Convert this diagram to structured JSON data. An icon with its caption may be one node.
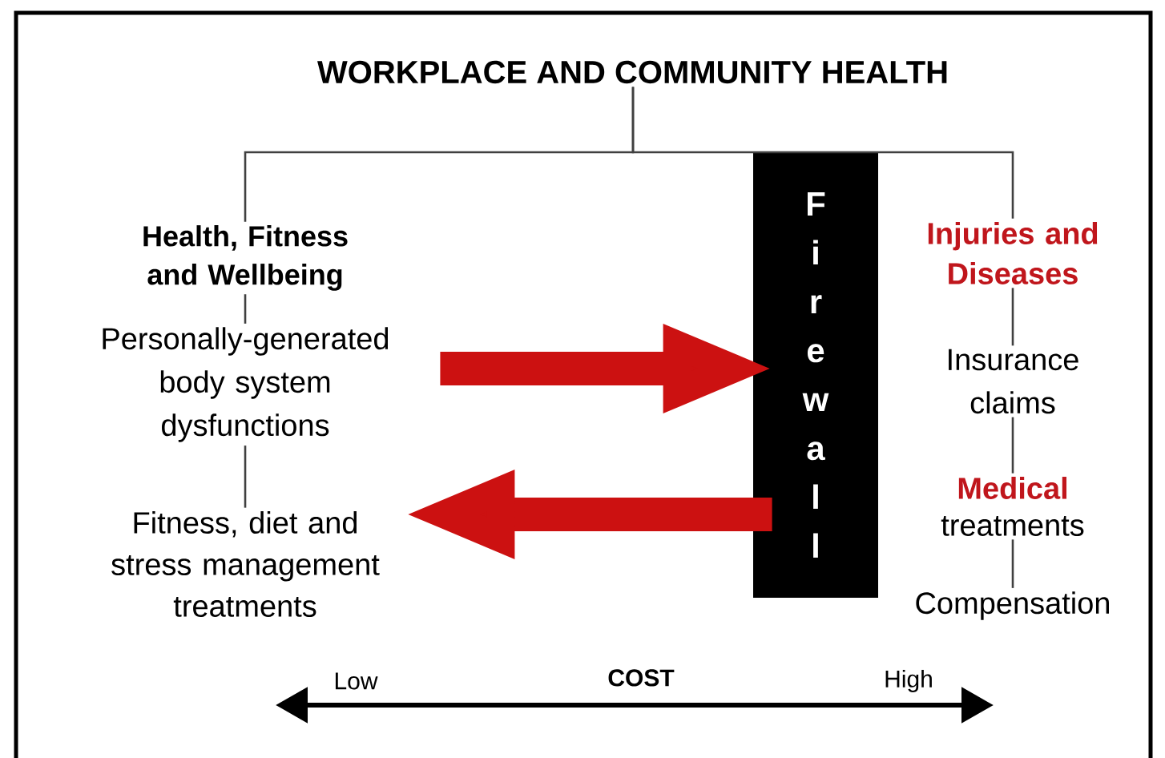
{
  "diagram": {
    "nodes": [
      {
        "text": [
          "WORKPLACE AND COMMUNITY HEALTH"
        ]
      },
      {
        "text": [
          "Health, Fitness and Wellbeing"
        ]
      },
      {
        "text": [
          "Personally-generated body system dysfunctions"
        ]
      },
      {
        "text": [
          "Fitness, diet and stress management treatments"
        ]
      },
      {
        "text": [
          "Firewall"
        ]
      },
      {
        "text": [
          "Injuries and Diseases"
        ]
      },
      {
        "text": [
          "Insurance claims"
        ]
      },
      {
        "text": [
          "Medical",
          "treatments"
        ]
      },
      {
        "text": [
          "Compensation"
        ]
      }
    ],
    "edges": [
      {
        "from": 0,
        "to": 1,
        "arrow": "none"
      },
      {
        "from": 0,
        "to": 5,
        "arrow": "none"
      },
      {
        "from": 1,
        "to": 2,
        "arrow": "none"
      },
      {
        "from": 2,
        "to": 3,
        "arrow": "none"
      },
      {
        "from": 5,
        "to": 6,
        "arrow": "none"
      },
      {
        "from": 6,
        "to": 7,
        "arrow": "none"
      },
      {
        "from": 7,
        "to": 8,
        "arrow": "none"
      },
      {
        "from": 2,
        "to": 4,
        "arrow": "to",
        "style": "thick",
        "color": "#cc1111"
      },
      {
        "from": 4,
        "to": 3,
        "arrow": "to",
        "style": "thick",
        "color": "#cc1111"
      }
    ],
    "labels": [
      "Low",
      "COST",
      "High"
    ]
  }
}
